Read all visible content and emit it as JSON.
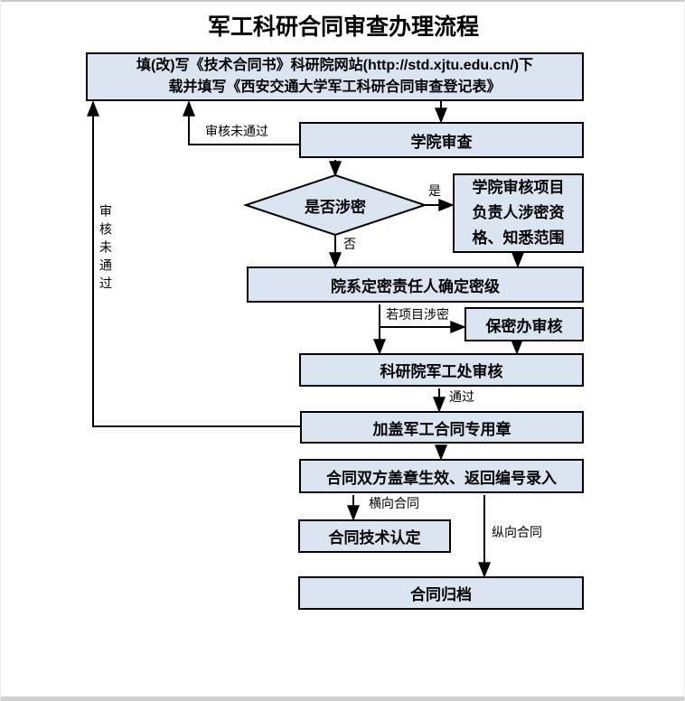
{
  "title": "军工科研合同审查办理流程",
  "colors": {
    "node_fill": "#dbe5f1",
    "node_border": "#000000",
    "line": "#000000",
    "frame_top": "#c9c9c9",
    "frame_bottom": "#d0d0d0"
  },
  "nodes": {
    "start": {
      "line1": "填(改)写《技术合同书》科研院网站(http://std.xjtu.edu.cn/)下",
      "line2": "载并填写《西安交通大学军工科研合同审查登记表》"
    },
    "college_review": {
      "label": "学院审查"
    },
    "decision": {
      "label": "是否涉密"
    },
    "college_verify": {
      "line1": "学院审核项目",
      "line2": "负责人涉密资",
      "line3": "格、知悉范围"
    },
    "dept_classify": {
      "label": "院系定密责任人确定密级"
    },
    "secrecy_office": {
      "label": "保密办审核"
    },
    "military_office": {
      "label": "科研院军工处审核"
    },
    "seal": {
      "label": "加盖军工合同专用章"
    },
    "effective": {
      "label": "合同双方盖章生效、返回编号录入"
    },
    "tech_confirm": {
      "label": "合同技术认定"
    },
    "archive": {
      "label": "合同归档"
    }
  },
  "edge_labels": {
    "review_fail_horizontal": "审核未通过",
    "review_fail_vertical": "审核未通过",
    "yes": "是",
    "no": "否",
    "if_classified": "若项目涉密",
    "pass": "通过",
    "horizontal_contract": "横向合同",
    "vertical_contract": "纵向合同"
  }
}
